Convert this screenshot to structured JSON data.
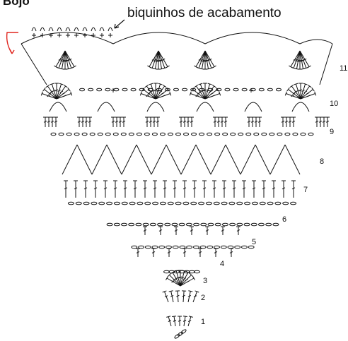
{
  "title_partial": "Bojo",
  "annotation": "biquinhos de acabamento",
  "row_labels": [
    "1",
    "2",
    "3",
    "4",
    "5",
    "6",
    "7",
    "8",
    "9",
    "10",
    "11"
  ],
  "colors": {
    "ink": "#111111",
    "turn_arrow": "#e0261f"
  }
}
